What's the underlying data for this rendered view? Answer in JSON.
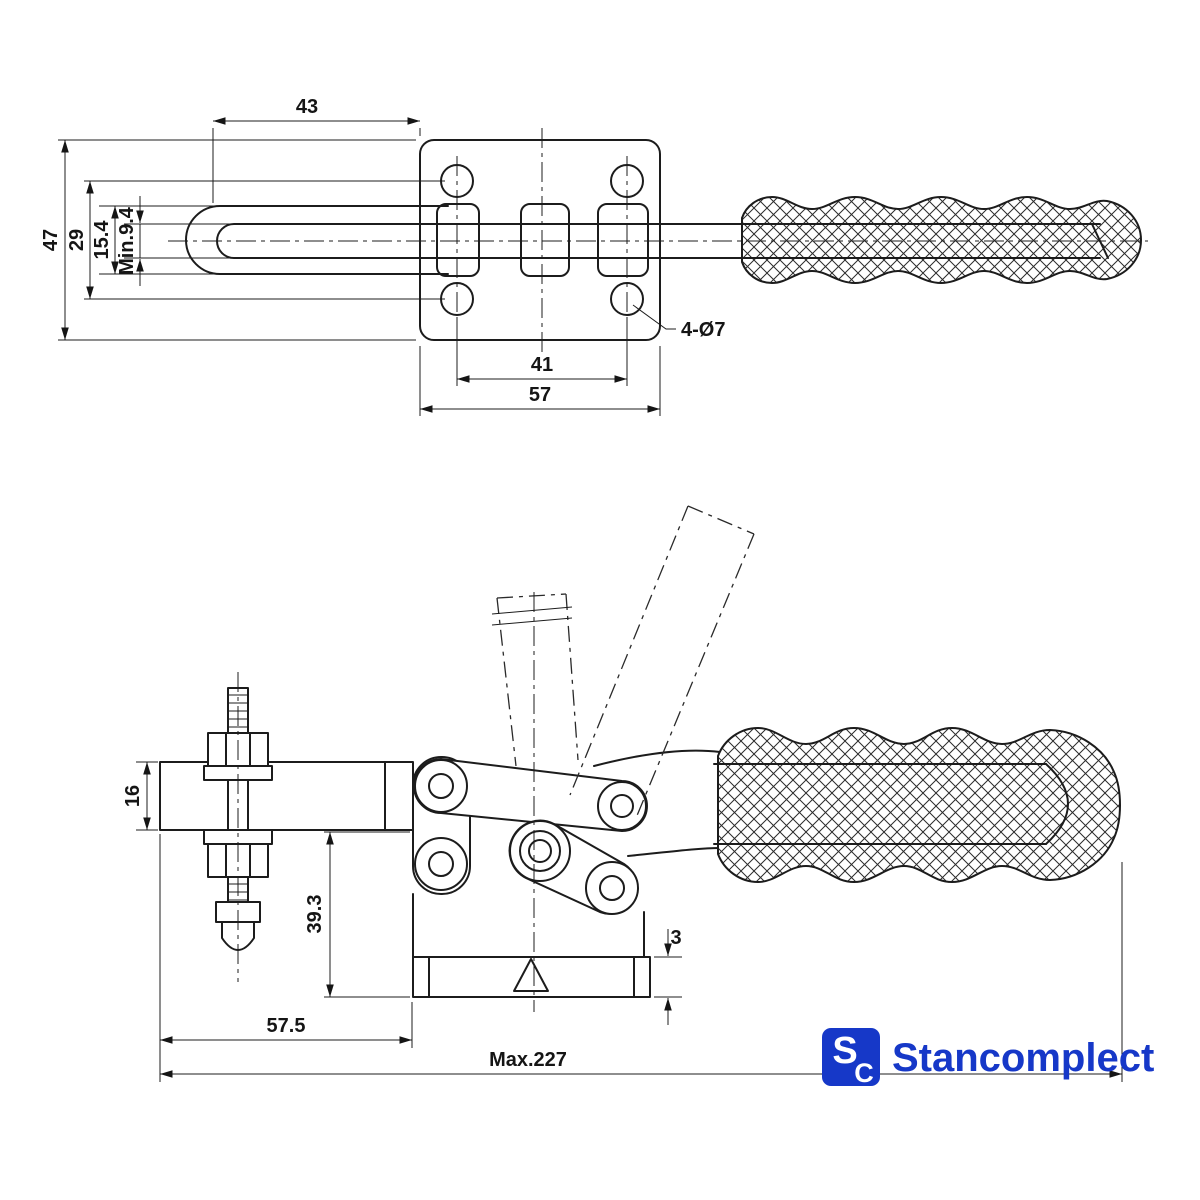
{
  "page": {
    "background": "#ffffff",
    "line_color": "#1c1c1c"
  },
  "top_view": {
    "dims": {
      "arm_offset": "43",
      "plate_height": "47",
      "hole_pitch_vertical": "29",
      "bar_width": "15.4",
      "slot_width": "Min.9.4",
      "mounting_holes": "4-Ø7",
      "hole_pitch_horizontal": "41",
      "plate_width": "57"
    }
  },
  "side_view": {
    "dims": {
      "bar_thickness": "16",
      "base_height": "39.3",
      "flange_thickness": "3",
      "bar_length": "57.5",
      "overall_length": "Max.227"
    }
  },
  "logo": {
    "letter_s": "S",
    "letter_c": "C",
    "brand": "Stancomplect",
    "brand_color": "#1638c8"
  }
}
